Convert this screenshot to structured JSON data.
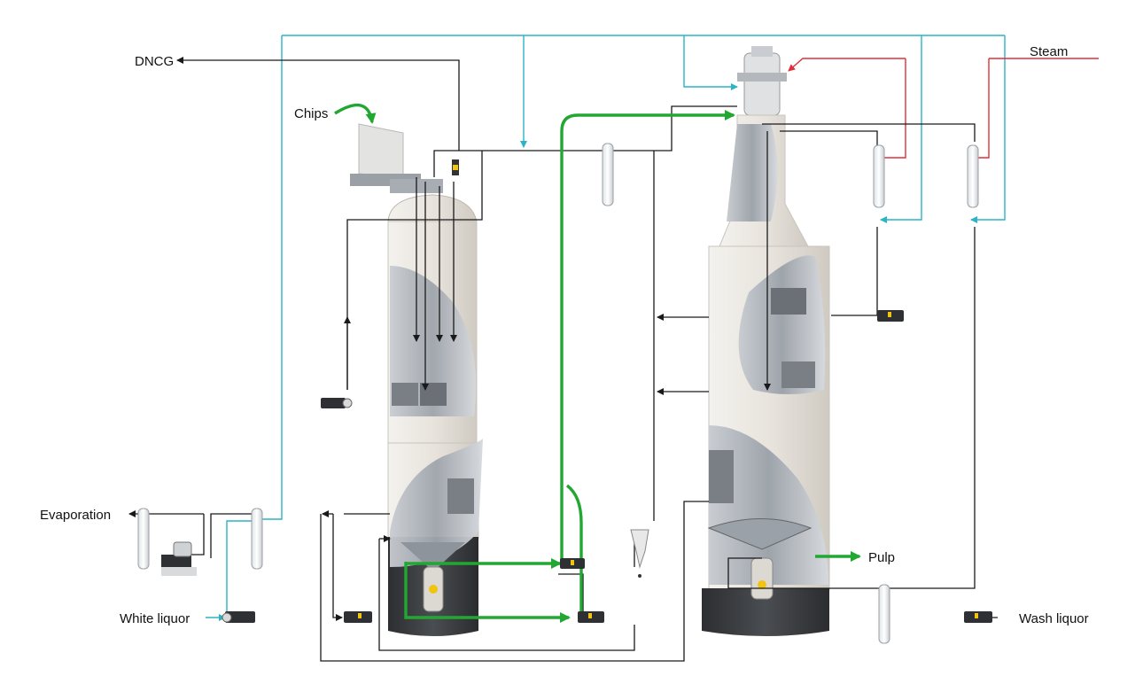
{
  "labels": {
    "dncg": "DNCG",
    "chips": "Chips",
    "steam": "Steam",
    "evaporation": "Evaporation",
    "white_liquor": "White liquor",
    "pulp": "Pulp",
    "wash_liquor": "Wash liquor"
  },
  "colors": {
    "process_line": "#1a1a1a",
    "chips_flow": "#22a832",
    "water_line": "#2bb3c6",
    "steam_line": "#e0303a",
    "vessel_body": "#ece9e3",
    "vessel_base": "#3a3c3f",
    "cutaway": "#b8bcc2"
  },
  "icons": [
    "pump-icon",
    "heat-exchanger-icon",
    "chip-bin-icon",
    "cyclone-icon"
  ]
}
